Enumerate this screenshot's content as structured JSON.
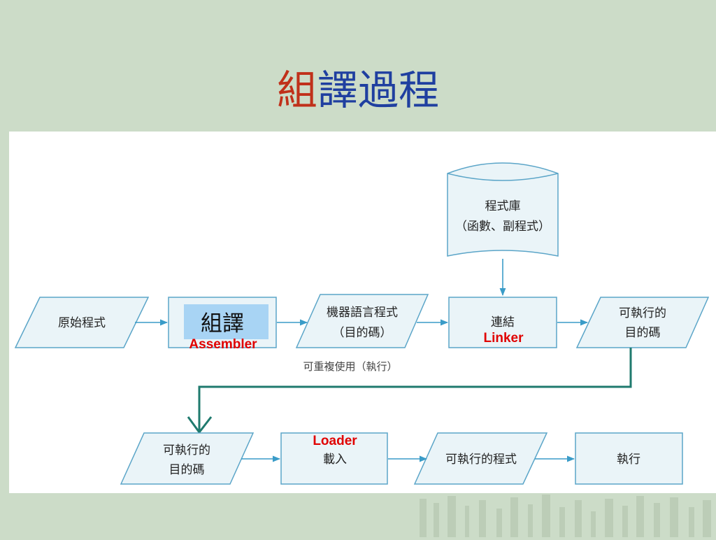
{
  "title": {
    "part1": "組",
    "part2": "譯過程"
  },
  "diagram": {
    "library": {
      "line1": "程式庫",
      "line2": "（函數、副程式）"
    },
    "source": "原始程式",
    "assembler": {
      "zh": "組譯",
      "en": "Assembler"
    },
    "object_code": {
      "line1": "機器語言程式",
      "line2": "（目的碼）"
    },
    "reuse_note": "可重複使用（執行）",
    "linker": {
      "zh": "連結",
      "en": "Linker"
    },
    "executable_object": {
      "line1": "可執行的",
      "line2": "目的碼"
    },
    "executable_object_2": {
      "line1": "可執行的",
      "line2": "目的碼"
    },
    "loader": {
      "en": "Loader",
      "zh": "載入"
    },
    "executable_program": "可執行的程式",
    "execute": "執行"
  },
  "colors": {
    "background": "#ccdcc8",
    "node_fill": "#eaf4f8",
    "node_stroke": "#5ba5c8",
    "arrow": "#3a9cc8",
    "connector": "#1f7a6e",
    "assembler_highlight": "#a8d4f4",
    "label_red": "#e00000"
  }
}
